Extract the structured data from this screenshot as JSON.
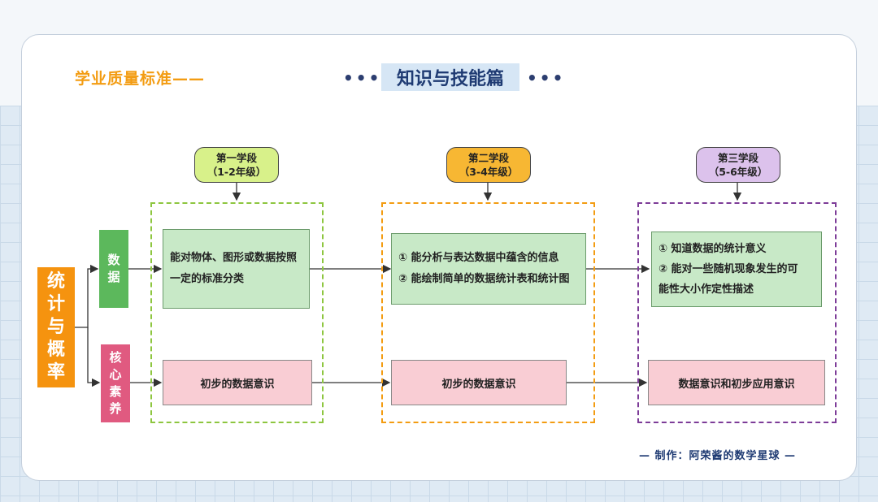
{
  "header": {
    "quality_title": "学业质量标准——",
    "dots": "•••",
    "main_title": "知识与技能篇"
  },
  "root": {
    "chars": [
      "统",
      "计",
      "与",
      "概",
      "率"
    ]
  },
  "branches": {
    "data": {
      "chars": [
        "数",
        "据"
      ]
    },
    "core": {
      "chars": [
        "核",
        "心",
        "素",
        "养"
      ]
    }
  },
  "stages": [
    {
      "name": "第一学段",
      "grade": "（1-2年级）",
      "color": "#d8f18a"
    },
    {
      "name": "第二学段",
      "grade": "（3-4年级）",
      "color": "#f7b733"
    },
    {
      "name": "第三学段",
      "grade": "（5-6年级）",
      "color": "#dcc2ec"
    }
  ],
  "data_boxes": [
    {
      "lines": [
        "能对物体、图形或数据按照",
        "一定的标准分类"
      ]
    },
    {
      "lines": [
        "① 能分析与表达数据中蕴含的信息",
        "② 能绘制简单的数据统计表和统计图"
      ]
    },
    {
      "lines": [
        "① 知道数据的统计意义",
        "② 能对一些随机现象发生的可",
        "能性大小作定性描述"
      ]
    }
  ],
  "core_boxes": [
    {
      "text": "初步的数据意识"
    },
    {
      "text": "初步的数据意识"
    },
    {
      "text": "数据意识和初步应用意识"
    }
  ],
  "colors": {
    "green_dash": "#8dc63f",
    "orange_dash": "#f39c12",
    "purple_dash": "#7d3c98",
    "branch_data": "#5cb85c",
    "branch_core": "#e05a80"
  },
  "credit": "— 制作：阿荣酱的数学星球 —"
}
